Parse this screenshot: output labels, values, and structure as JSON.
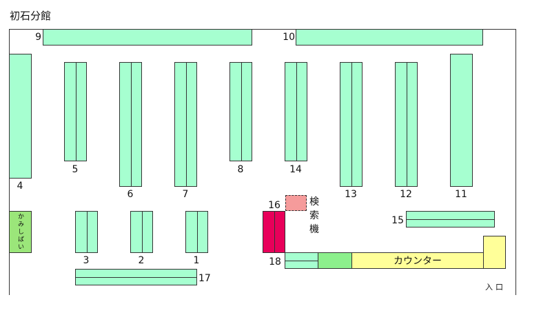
{
  "title": "初石分館",
  "shelves": {
    "s1": "1",
    "s2": "2",
    "s3": "3",
    "s4": "4",
    "s5": "5",
    "s6": "6",
    "s7": "7",
    "s8": "8",
    "s9": "9",
    "s10": "10",
    "s11": "11",
    "s12": "12",
    "s13": "13",
    "s14": "14",
    "s15": "15",
    "s16": "16",
    "s17": "17",
    "s18": "18"
  },
  "kamishibai": "かみしばい",
  "search_terminal": "検索機",
  "counter": "カウンター",
  "entrance": "入口",
  "colors": {
    "shelf": "#a6ffd0",
    "kamishibai": "#9be67a",
    "shelf_16": "#e8005a",
    "search_terminal": "#f59b9b",
    "counter": "#ffff99"
  }
}
